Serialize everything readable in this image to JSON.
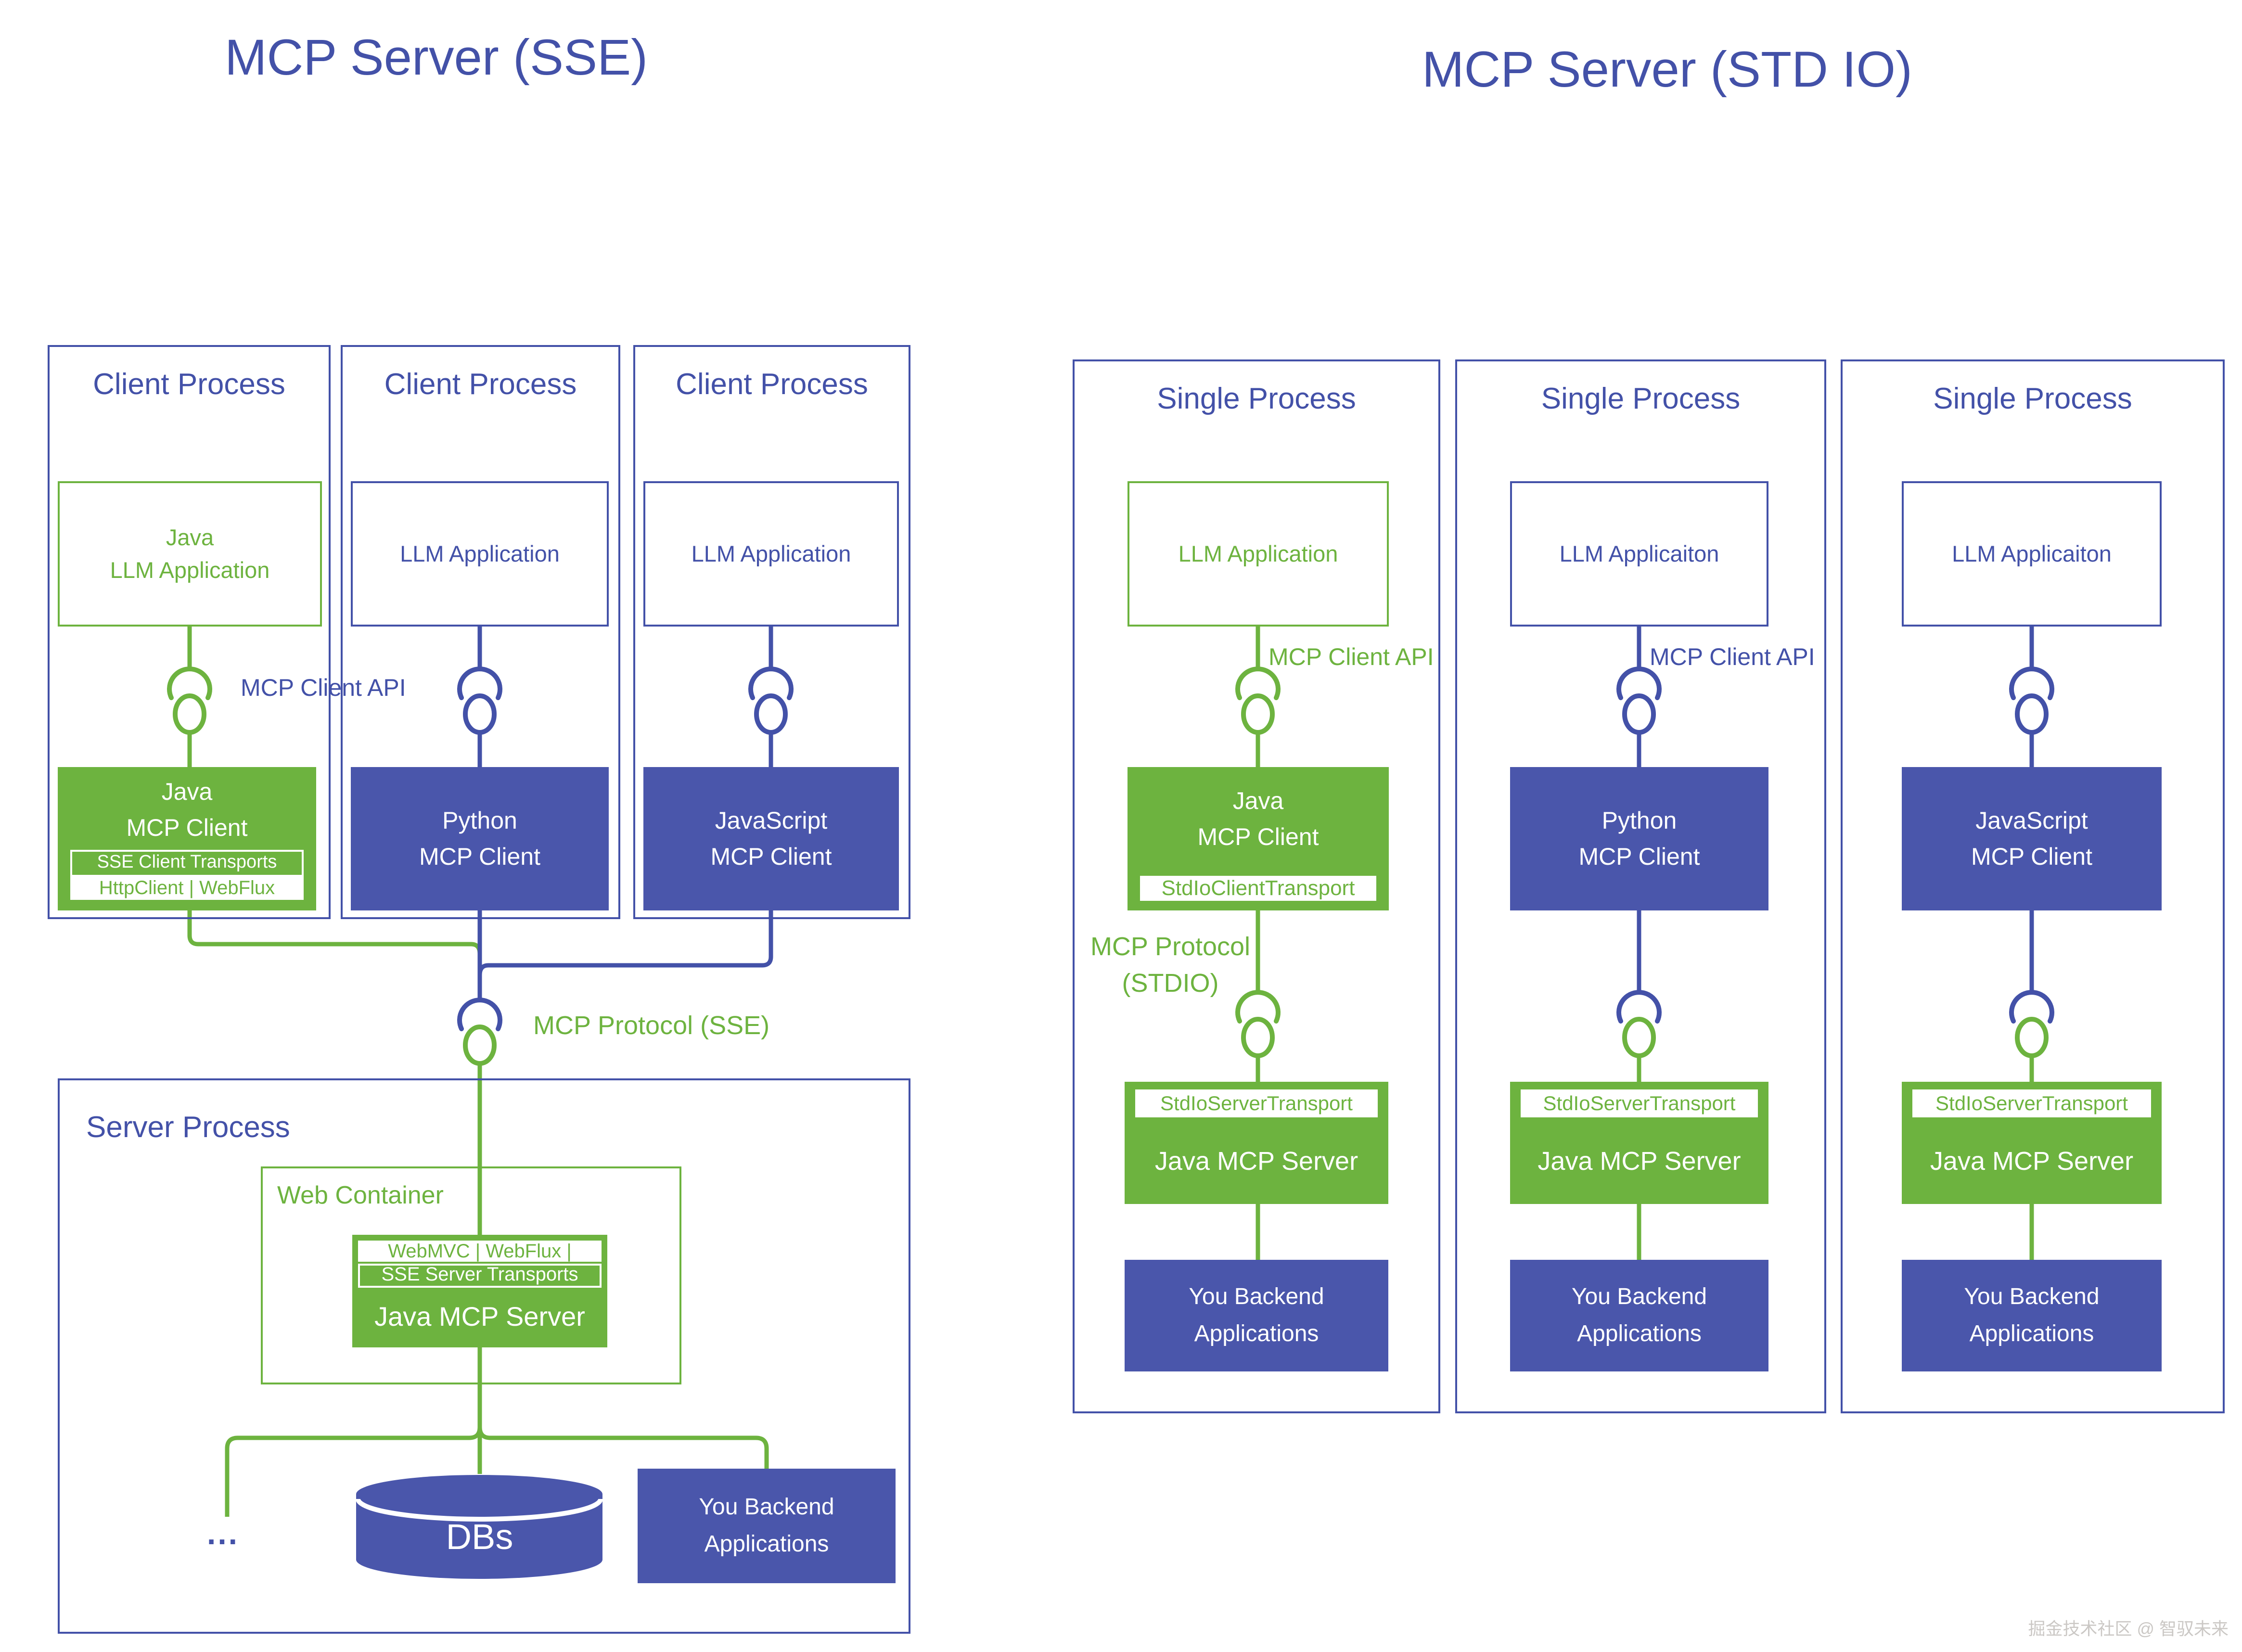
{
  "colors": {
    "blue_border": "#4351a8",
    "blue_fill": "#4a56ab",
    "green": "#6db33f"
  },
  "watermark": "掘金技术社区 @ 智驭未来",
  "left_diagram": {
    "title": "MCP Server (SSE)",
    "client_api_label": "MCP Client API",
    "protocol_label": "MCP Protocol (SSE)",
    "columns": [
      {
        "header": "Client Process",
        "llm_app": "Java\nLLM Application",
        "client": "Java\nMCP Client",
        "client_transport_primary": "SSE Client Transports",
        "client_transport_secondary": "HttpClient | WebFlux"
      },
      {
        "header": "Client Process",
        "llm_app": "LLM Application",
        "client": "Python\nMCP Client"
      },
      {
        "header": "Client Process",
        "llm_app": "LLM Application",
        "client": "JavaScript\nMCP Client"
      }
    ],
    "server": {
      "header": "Server Process",
      "web_container_label": "Web Container",
      "frameworks": "WebMVC | WebFlux | Servlet",
      "server_transport": "SSE Server Transports",
      "server_name": "Java MCP Server",
      "ellipsis": "...",
      "db_label": "DBs",
      "backend": "You Backend\nApplications"
    }
  },
  "right_diagram": {
    "title": "MCP Server (STD IO)",
    "protocol_label": "MCP Protocol\n(STDIO)",
    "columns": [
      {
        "header": "Single Process",
        "llm_app": "LLM Application",
        "client_api_label": "MCP Client API",
        "client": "Java\nMCP Client",
        "client_transport": "StdIoClientTransport",
        "server_transport": "StdIoServerTransport",
        "server_name": "Java MCP Server",
        "backend": "You Backend\nApplications"
      },
      {
        "header": "Single Process",
        "llm_app": "LLM Applicaiton",
        "client_api_label": "MCP Client API",
        "client": "Python\nMCP Client",
        "server_transport": "StdIoServerTransport",
        "server_name": "Java MCP Server",
        "backend": "You Backend\nApplications"
      },
      {
        "header": "Single Process",
        "llm_app": "LLM Applicaiton",
        "client": "JavaScript\nMCP Client",
        "server_transport": "StdIoServerTransport",
        "server_name": "Java MCP Server",
        "backend": "You Backend\nApplications"
      }
    ]
  }
}
